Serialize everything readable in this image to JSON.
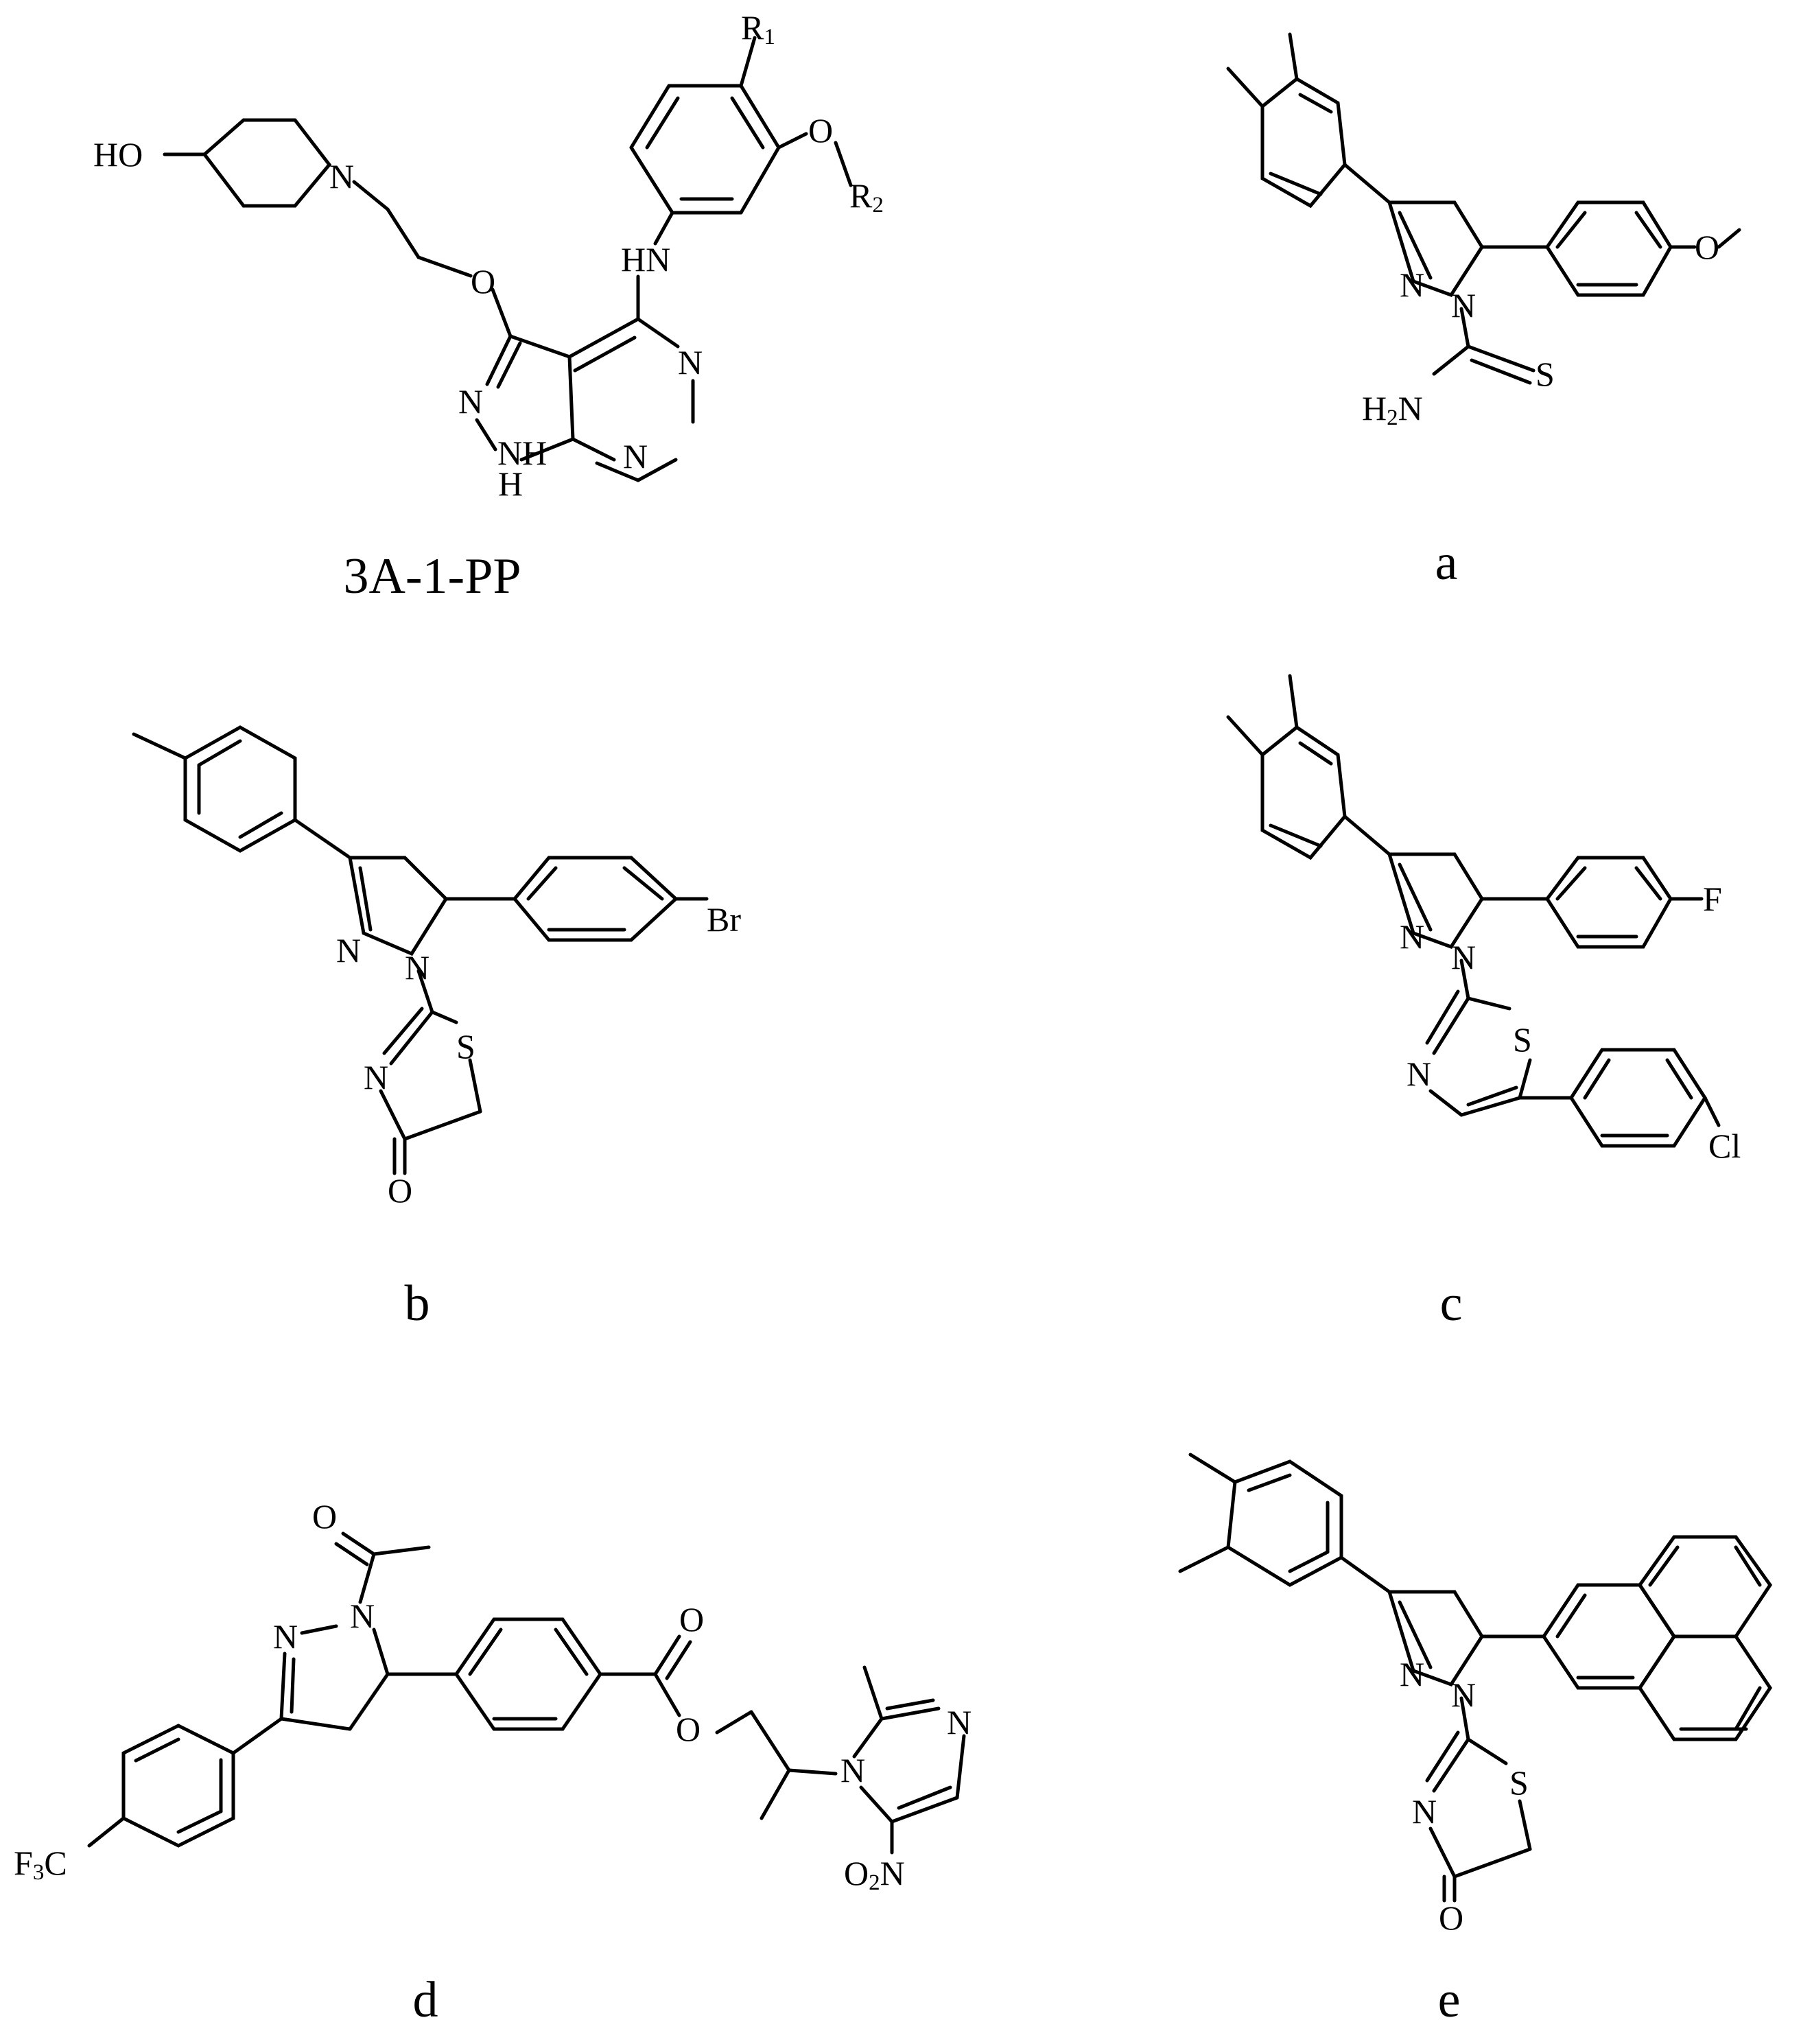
{
  "structures": [
    {
      "caption": "3A-1-PP",
      "atoms": {
        "ho": "HO",
        "n_pip": "N",
        "o_ether": "O",
        "hn": "HN",
        "n_pyr1": "N",
        "n_pyr2": "N",
        "nh": "NH",
        "h": "H",
        "r1_main": "R",
        "r1_sub": "1",
        "o_r2": "O",
        "r2_main": "R",
        "r2_sub": "2"
      }
    },
    {
      "caption": "a",
      "atoms": {
        "n1": "N",
        "n2": "N",
        "s": "S",
        "h2n_main": "H",
        "h2n_sub": "2",
        "h2n_tail": "N",
        "o": "O"
      }
    },
    {
      "caption": "b",
      "atoms": {
        "n1": "N",
        "n2": "N",
        "n3": "N",
        "s": "S",
        "o": "O",
        "br": "Br"
      }
    },
    {
      "caption": "c",
      "atoms": {
        "n1": "N",
        "n2": "N",
        "n3": "N",
        "s": "S",
        "f": "F",
        "cl": "Cl"
      }
    },
    {
      "caption": "d",
      "atoms": {
        "o_acyl": "O",
        "n1": "N",
        "n2": "N",
        "o_co": "O",
        "o_ester": "O",
        "n_im1": "N",
        "n_im2": "N",
        "no2_o": "O",
        "no2_sub": "2",
        "no2_n": "N",
        "cf3_f": "F",
        "cf3_sub": "3",
        "cf3_c": "C"
      }
    },
    {
      "caption": "e",
      "atoms": {
        "n1": "N",
        "n2": "N",
        "n3": "N",
        "s": "S",
        "o": "O"
      }
    }
  ]
}
